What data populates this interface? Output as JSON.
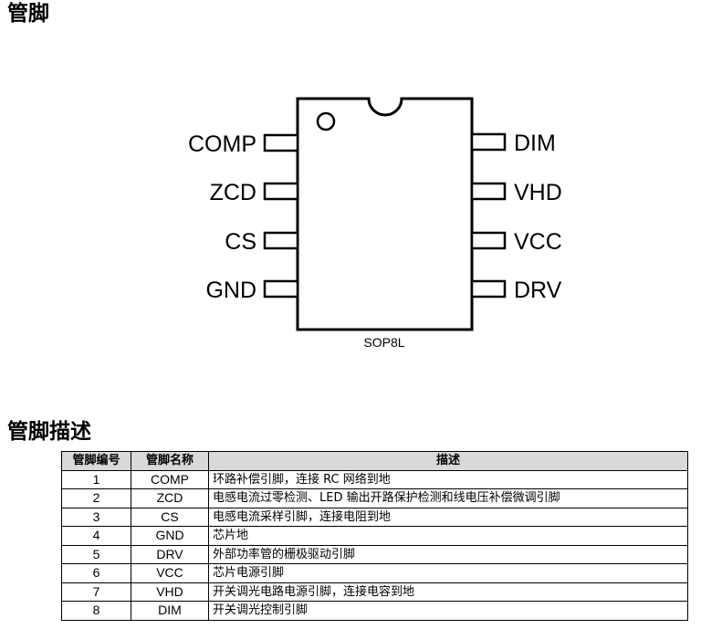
{
  "heading_pins": "管脚",
  "heading_desc": "管脚描述",
  "package": {
    "label": "SOP8L",
    "left_pins": [
      "COMP",
      "ZCD",
      "CS",
      "GND"
    ],
    "right_pins": [
      "DIM",
      "VHD",
      "VCC",
      "DRV"
    ]
  },
  "table": {
    "headers": [
      "管脚编号",
      "管脚名称",
      "描述"
    ],
    "rows": [
      {
        "num": "1",
        "name": "COMP",
        "desc": "环路补偿引脚，连接 RC 网络到地"
      },
      {
        "num": "2",
        "name": "ZCD",
        "desc": "电感电流过零检测、LED 输出开路保护检测和线电压补偿微调引脚"
      },
      {
        "num": "3",
        "name": "CS",
        "desc": "电感电流采样引脚，连接电阻到地"
      },
      {
        "num": "4",
        "name": "GND",
        "desc": "芯片地"
      },
      {
        "num": "5",
        "name": "DRV",
        "desc": "外部功率管的栅极驱动引脚"
      },
      {
        "num": "6",
        "name": "VCC",
        "desc": "芯片电源引脚"
      },
      {
        "num": "7",
        "name": "VHD",
        "desc": "开关调光电路电源引脚，连接电容到地"
      },
      {
        "num": "8",
        "name": "DIM",
        "desc": "开关调光控制引脚"
      }
    ]
  }
}
